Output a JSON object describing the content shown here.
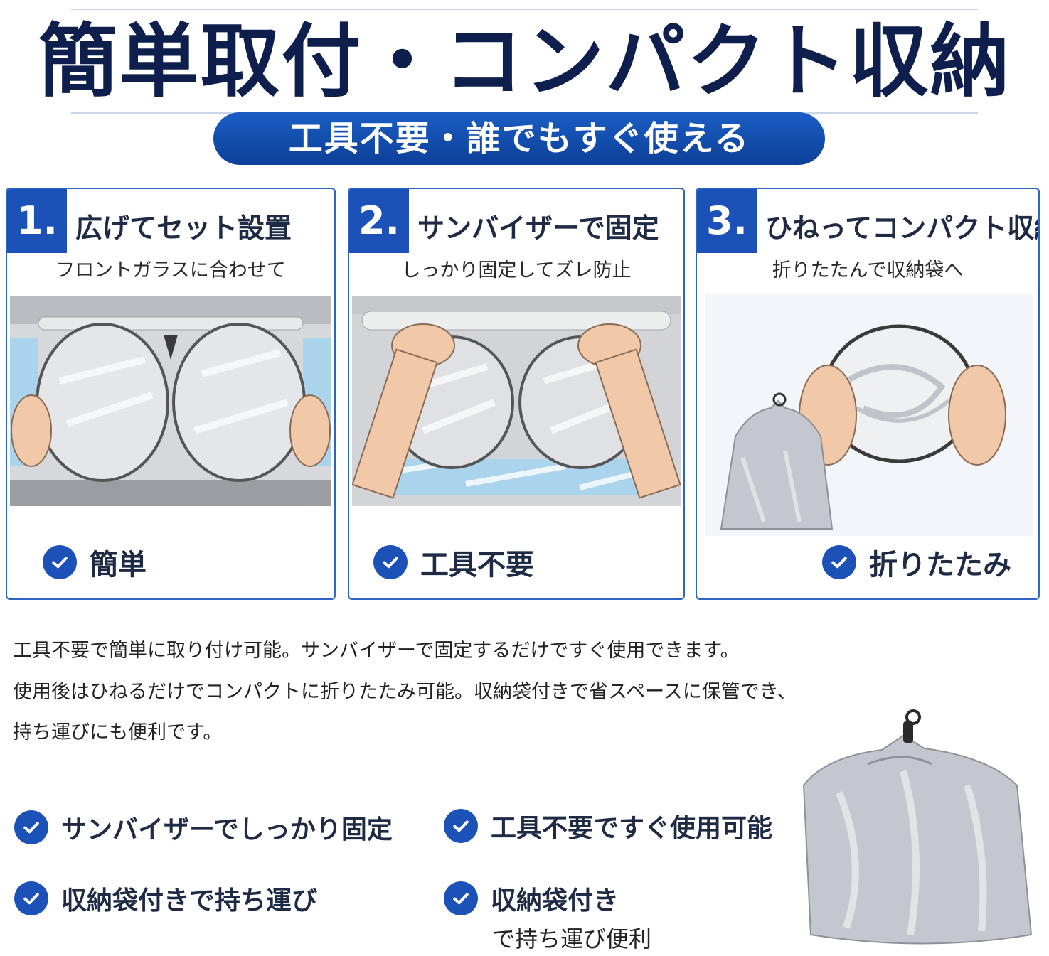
{
  "header": {
    "title": "簡単取付・コンパクト収納",
    "subtitle": "工具不要・誰でもすぐ使える"
  },
  "steps": [
    {
      "number": "1.",
      "title": "広げてセット設置",
      "subtitle": "フロントガラスに合わせて",
      "badge": "簡単"
    },
    {
      "number": "2.",
      "title": "サンバイザーで固定",
      "subtitle": "しっかり固定してズレ防止",
      "badge": "工具不要"
    },
    {
      "number": "3.",
      "title": "ひねってコンパクト収納",
      "subtitle": "折りたたんで収納袋へ",
      "badge": "折りたたみ"
    }
  ],
  "description": [
    "工具不要で簡単に取り付け可能。サンバイザーで固定するだけですぐ使用できます。",
    "使用後はひねるだけでコンパクトに折りたたみ可能。収納袋付きで省スペースに保管でき、",
    "持ち運びにも便利です。"
  ],
  "features": [
    {
      "label": "サンバイザーでしっかり固定"
    },
    {
      "label": "工具不要ですぐ使用可能"
    },
    {
      "label": "収納袋付きで持ち運び"
    },
    {
      "label": "収納袋付き",
      "sub": "で持ち運び便利"
    }
  ],
  "colors": {
    "navy": "#0f1f4d",
    "brand_blue": "#1c52b8",
    "card_border": "#2f64c7",
    "silver": "#c4c8ce"
  },
  "icons": [
    "check-icon",
    "sunshade-illustration",
    "storage-bag-illustration"
  ]
}
